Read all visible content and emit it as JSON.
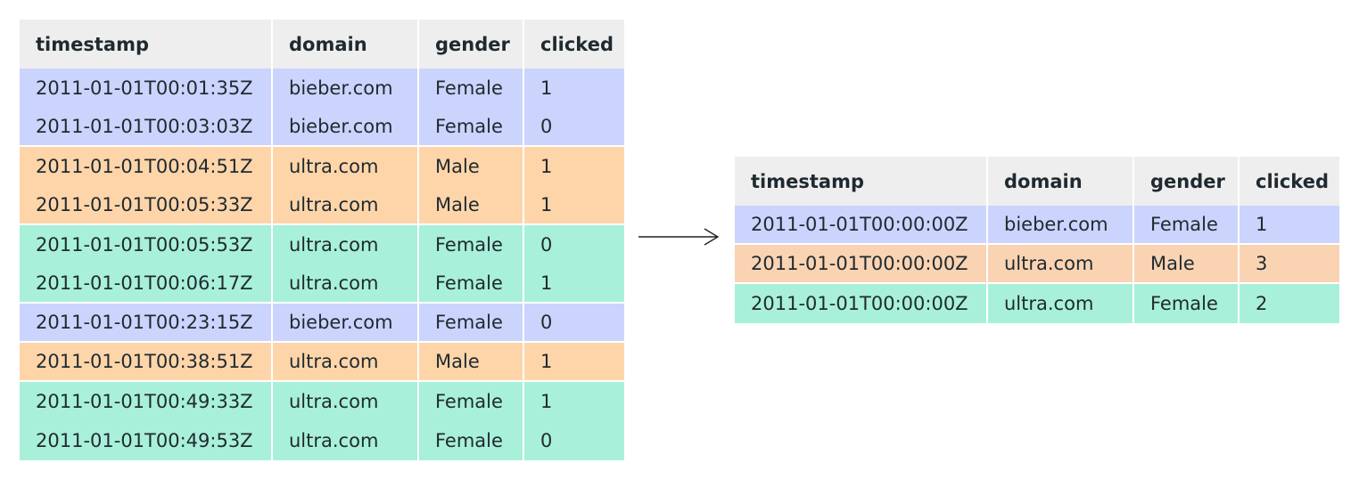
{
  "colors": {
    "header_bg": "#eeeeee",
    "bieber_female": "#cbd4fd",
    "ultra_male": "#fed5a9",
    "ultra_female": "#a8f0d9",
    "ultra_male_rollup": "#fad3b2",
    "text": "#1f2a30"
  },
  "left_table": {
    "columns": [
      "timestamp",
      "domain",
      "gender",
      "clicked"
    ],
    "rows": [
      {
        "timestamp": "2011-01-01T00:01:35Z",
        "domain": "bieber.com",
        "gender": "Female",
        "clicked": "1",
        "group": "bieber_female"
      },
      {
        "timestamp": "2011-01-01T00:03:03Z",
        "domain": "bieber.com",
        "gender": "Female",
        "clicked": "0",
        "group": "bieber_female"
      },
      {
        "timestamp": "2011-01-01T00:04:51Z",
        "domain": "ultra.com",
        "gender": "Male",
        "clicked": "1",
        "group": "ultra_male"
      },
      {
        "timestamp": "2011-01-01T00:05:33Z",
        "domain": "ultra.com",
        "gender": "Male",
        "clicked": "1",
        "group": "ultra_male"
      },
      {
        "timestamp": "2011-01-01T00:05:53Z",
        "domain": "ultra.com",
        "gender": "Female",
        "clicked": "0",
        "group": "ultra_female"
      },
      {
        "timestamp": "2011-01-01T00:06:17Z",
        "domain": "ultra.com",
        "gender": "Female",
        "clicked": "1",
        "group": "ultra_female"
      },
      {
        "timestamp": "2011-01-01T00:23:15Z",
        "domain": "bieber.com",
        "gender": "Female",
        "clicked": "0",
        "group": "bieber_female"
      },
      {
        "timestamp": "2011-01-01T00:38:51Z",
        "domain": "ultra.com",
        "gender": "Male",
        "clicked": "1",
        "group": "ultra_male"
      },
      {
        "timestamp": "2011-01-01T00:49:33Z",
        "domain": "ultra.com",
        "gender": "Female",
        "clicked": "1",
        "group": "ultra_female"
      },
      {
        "timestamp": "2011-01-01T00:49:53Z",
        "domain": "ultra.com",
        "gender": "Female",
        "clicked": "0",
        "group": "ultra_female"
      }
    ]
  },
  "right_table": {
    "columns": [
      "timestamp",
      "domain",
      "gender",
      "clicked"
    ],
    "rows": [
      {
        "timestamp": "2011-01-01T00:00:00Z",
        "domain": "bieber.com",
        "gender": "Female",
        "clicked": "1",
        "group": "bieber_female"
      },
      {
        "timestamp": "2011-01-01T00:00:00Z",
        "domain": "ultra.com",
        "gender": "Male",
        "clicked": "3",
        "group": "ultra_male_rollup"
      },
      {
        "timestamp": "2011-01-01T00:00:00Z",
        "domain": "ultra.com",
        "gender": "Female",
        "clicked": "2",
        "group": "ultra_female"
      }
    ]
  },
  "arrow_icon": "right-arrow-icon"
}
